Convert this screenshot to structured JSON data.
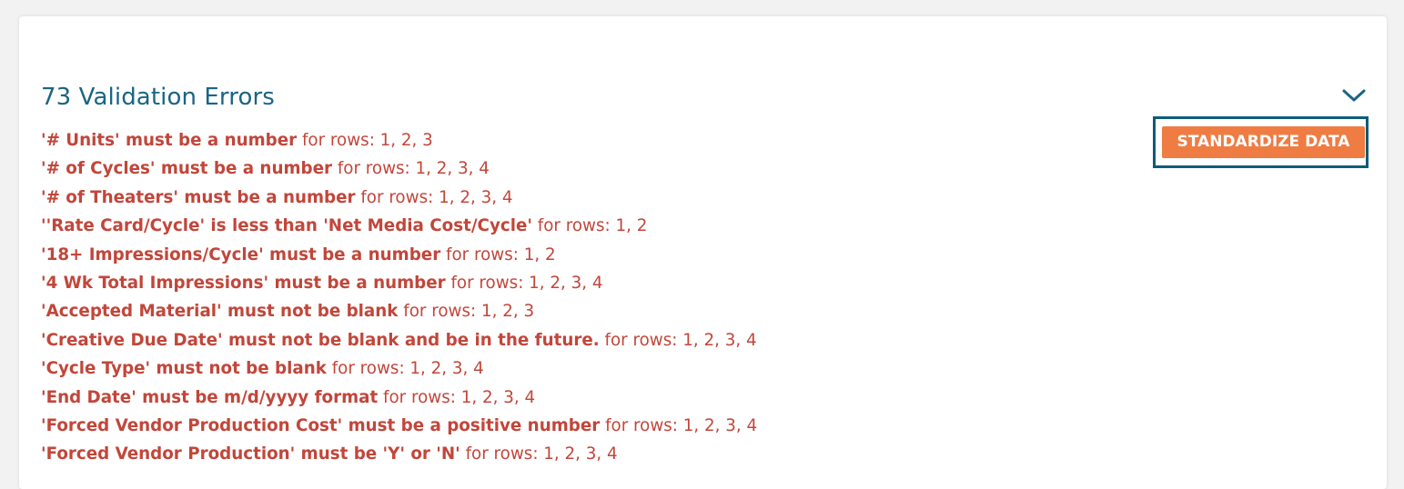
{
  "panel": {
    "title": "73 Validation Errors",
    "collapse_icon": "chevron-down-icon",
    "standardize_label": "STANDARDIZE DATA"
  },
  "colors": {
    "title": "#1a6585",
    "error_text": "#c2463a",
    "button_bg": "#ef7c43",
    "button_focus_border": "#0f5b78"
  },
  "errors": [
    {
      "message": "'# Units' must be a number",
      "rows": "for rows: 1, 2, 3"
    },
    {
      "message": "'# of Cycles' must be a number",
      "rows": "for rows: 1, 2, 3, 4"
    },
    {
      "message": "'# of Theaters' must be a number",
      "rows": "for rows: 1, 2, 3, 4"
    },
    {
      "message": "''Rate Card/Cycle' is less than 'Net Media Cost/Cycle'",
      "rows": "for rows: 1, 2"
    },
    {
      "message": "'18+ Impressions/Cycle' must be a number",
      "rows": "for rows: 1, 2"
    },
    {
      "message": "'4 Wk Total Impressions' must be a number",
      "rows": "for rows: 1, 2, 3, 4"
    },
    {
      "message": "'Accepted Material' must not be blank",
      "rows": "for rows: 1, 2, 3"
    },
    {
      "message": "'Creative Due Date' must not be blank and be in the future.",
      "rows": "for rows: 1, 2, 3, 4"
    },
    {
      "message": "'Cycle Type' must not be blank",
      "rows": "for rows: 1, 2, 3, 4"
    },
    {
      "message": "'End Date' must be m/d/yyyy format",
      "rows": "for rows: 1, 2, 3, 4"
    },
    {
      "message": "'Forced Vendor Production Cost' must be a positive number",
      "rows": "for rows: 1, 2, 3, 4"
    },
    {
      "message": "'Forced Vendor Production' must be 'Y' or 'N'",
      "rows": "for rows: 1, 2, 3, 4"
    }
  ]
}
